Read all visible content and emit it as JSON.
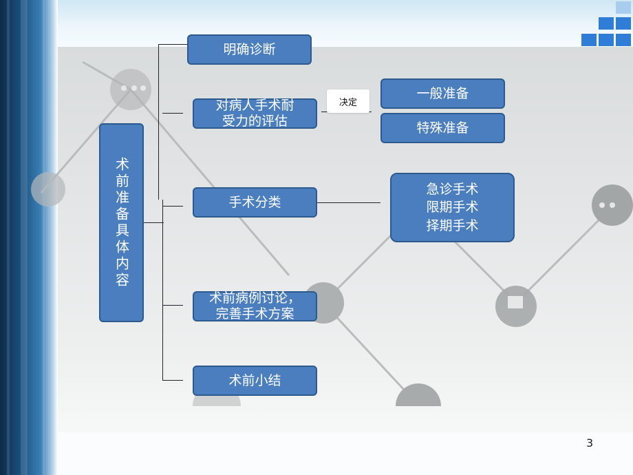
{
  "root": {
    "label": "术前准备具体内容"
  },
  "branches": [
    {
      "label": "明确诊断"
    },
    {
      "label": "对病人手术耐\n受力的评估"
    },
    {
      "label": "手术分类"
    },
    {
      "label": "术前病例讨论，\n完善手术方案"
    },
    {
      "label": "术前小结"
    }
  ],
  "decision_label": "决定",
  "evaluation_outcomes": [
    {
      "label": "一般准备"
    },
    {
      "label": "特殊准备"
    }
  ],
  "surgery_types": {
    "label": "急诊手术\n限期手术\n择期手术"
  },
  "page_number": "3",
  "colors": {
    "box_fill": "#4a7ebf",
    "box_border": "#2c5a8f",
    "box_text": "#ffffff",
    "sidebar_dark": "#0d2a48",
    "accent_squares": "#2f7dd6"
  }
}
